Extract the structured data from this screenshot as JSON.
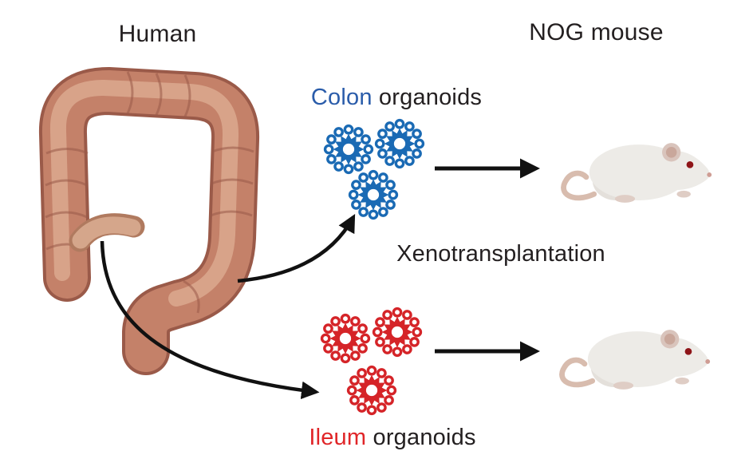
{
  "figure": {
    "left_title": "Human",
    "right_title": "NOG mouse",
    "process_label": "Xenotransplantation",
    "colon_label": {
      "highlight": "Colon",
      "rest": " organoids"
    },
    "ileum_label": {
      "highlight": "Ileum",
      "rest": " organoids"
    },
    "colon_organoid_count": 3,
    "ileum_organoid_count": 3,
    "mouse_count": 2
  },
  "colors": {
    "text": "#231f20",
    "colon_word": "#2a5caa",
    "ileum_word": "#e02528",
    "organoid_blue": "#1a6ab4",
    "organoid_red": "#d52428",
    "arrow": "#111111",
    "colon_shadow": "#9a5a49",
    "colon_main": "#c48169",
    "colon_sheen": "#dca98f",
    "haustra_line": "#9a5a49",
    "ileum_stub": "#d5a68b",
    "ileum_stub_edge": "#b07a5f",
    "mouse_body": "#edebe7",
    "mouse_haunch": "#e4e0db",
    "mouse_ear": "#d9c4bc",
    "mouse_ear_inner": "#c9a79b",
    "mouse_eye": "#8e1418",
    "mouse_tail": "#d8bcae",
    "mouse_paw": "#dfcdc5",
    "mouse_nose": "#cf9d94"
  }
}
